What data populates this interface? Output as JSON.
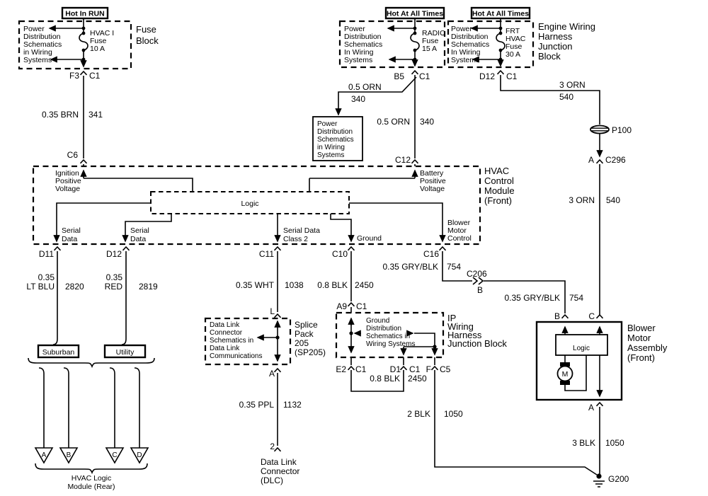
{
  "feeds": {
    "left": {
      "hot": "Hot In RUN",
      "block_label": [
        "Fuse",
        "Block"
      ],
      "ref": [
        "Power",
        "Distribution",
        "Schematics",
        "in Wiring",
        "Systems"
      ],
      "fuse": [
        "HVAC I",
        "Fuse",
        "10 A"
      ],
      "pin": "F3",
      "conn": "C1",
      "wire": "0.35 BRN",
      "circuit": "341",
      "module_pin": "C6"
    },
    "middle": {
      "hot": "Hot At All Times",
      "ref": [
        "Power",
        "Distribution",
        "Schematics",
        "In Wiring",
        "Systems"
      ],
      "fuse": [
        "RADIO",
        "Fuse",
        "15 A"
      ],
      "pin": "B5",
      "conn": "C1",
      "branch_wire": "0.5 ORN",
      "branch_circuit": "340",
      "branch_ref": [
        "Power",
        "Distribution",
        "Schematics",
        "in Wiring",
        "Systems"
      ],
      "wire": "0.5 ORN",
      "circuit": "340",
      "module_pin": "C12"
    },
    "right": {
      "hot": "Hot At All Times",
      "block_label": [
        "Engine Wiring",
        "Harness",
        "Junction",
        "Block"
      ],
      "ref": [
        "Power",
        "Distribution",
        "Schematics",
        "In Wiring",
        "Systems"
      ],
      "fuse": [
        "FRT",
        "HVAC",
        "Fuse",
        "30 A"
      ],
      "pin": "D12",
      "conn": "C1",
      "wire1": "3 ORN",
      "circuit1": "540",
      "grommet": "P100",
      "conn2_pin": "A",
      "conn2": "C296",
      "wire2": "3 ORN",
      "circuit2": "540"
    }
  },
  "hvac_module": {
    "label": [
      "HVAC",
      "Control",
      "Module",
      "(Front)"
    ],
    "logic": "Logic",
    "ignition": [
      "Ignition",
      "Positive",
      "Voltage"
    ],
    "battery": [
      "Battery",
      "Positive",
      "Voltage"
    ],
    "serial1": [
      "Serial",
      "Data"
    ],
    "serial2": [
      "Serial",
      "Data"
    ],
    "serial_class2": [
      "Serial Data",
      "Class 2"
    ],
    "ground": "Ground",
    "blower_ctl": [
      "Blower",
      "Motor",
      "Control"
    ],
    "pins": {
      "d11": "D11",
      "d12": "D12",
      "c11": "C11",
      "c10": "C10",
      "c16": "C16"
    }
  },
  "left_branch": {
    "wire1": [
      "0.35",
      "LT BLU"
    ],
    "circuit1": "2820",
    "wire2": [
      "0.35",
      "RED"
    ],
    "circuit2": "2819",
    "box1": "Suburban",
    "box2": "Utility",
    "terminals": [
      "A",
      "B",
      "C",
      "D"
    ],
    "module_label": [
      "HVAC Logic",
      "Module (Rear)"
    ]
  },
  "serial_path": {
    "wire1": "0.35 WHT",
    "circuit1": "1038",
    "splice_in": "L",
    "splice_ref": [
      "Data Link",
      "Connector",
      "Schematics in",
      "Data Link",
      "Communications"
    ],
    "splice_label": [
      "Splice",
      "Pack",
      "205",
      "(SP205)"
    ],
    "splice_out": "A",
    "wire2": "0.35 PPL",
    "circuit2": "1132",
    "dlc_pin": "2",
    "dlc_label": [
      "Data Link",
      "Connector",
      "(DLC)"
    ]
  },
  "ground_path": {
    "wire1": "0.8 BLK",
    "circuit1": "2450",
    "pin_in": "A9",
    "conn_in": "C1",
    "ip_ref": [
      "Ground",
      "Distribution",
      "Schematics in",
      "Wiring Systems"
    ],
    "ip_label": [
      "IP",
      "Wiring",
      "Harness",
      "Junction Block"
    ],
    "pin_e2": "E2",
    "conn_e2": "C1",
    "pin_d1": "D1",
    "conn_d1": "C1",
    "pin_f": "F",
    "conn_f": "C5",
    "wire2": "0.8 BLK",
    "circuit2": "2450",
    "wire3": "2 BLK",
    "circuit3": "1050"
  },
  "blower_path": {
    "wire1": "0.35 GRY/BLK",
    "circuit1": "754",
    "conn_mid": "C206",
    "conn_mid_pin": "B",
    "wire2": "0.35 GRY/BLK",
    "circuit2": "754",
    "blower": {
      "pin_b": "B",
      "pin_c": "C",
      "pin_a": "A",
      "label": [
        "Blower",
        "Motor",
        "Assembly",
        "(Front)"
      ],
      "logic": "Logic",
      "motor": "M"
    },
    "wire3": "3 BLK",
    "circuit3": "1050",
    "ground_name": "G200"
  }
}
